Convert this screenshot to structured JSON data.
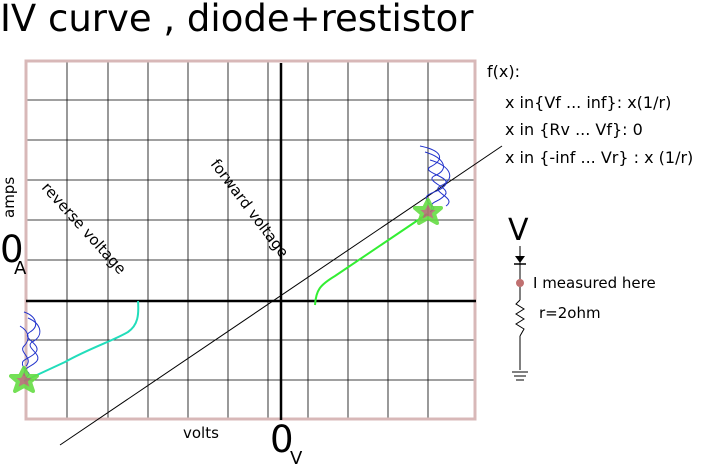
{
  "title": "IV curve , diode+restistor",
  "axes": {
    "x_label": "volts",
    "y_label": "amps",
    "x_zero": "0",
    "x_zero_sub": "V",
    "y_zero": "0",
    "y_zero_sub": "A"
  },
  "annotations": {
    "reverse": "reverse voltage",
    "forward": "forward voltage"
  },
  "formula": {
    "header": "f(x):",
    "lines": [
      "x in{Vf ... inf}: x(1/r)",
      "x in {Rv ... Vf}: 0",
      "x in {-inf ... Vr} : x (1/r)"
    ]
  },
  "circuit": {
    "source_label": "V",
    "measure_label": "I measured here",
    "resistor_label": "r=2ohm"
  },
  "colors": {
    "grid": "#000000",
    "border": "#d8b8b8",
    "forward_curve": "#33ee33",
    "reverse_curve": "#22ddbb",
    "noise": "#2233cc",
    "star_fill": "#b07070",
    "star_glow": "#66dd44",
    "measure_dot": "#c07070"
  }
}
